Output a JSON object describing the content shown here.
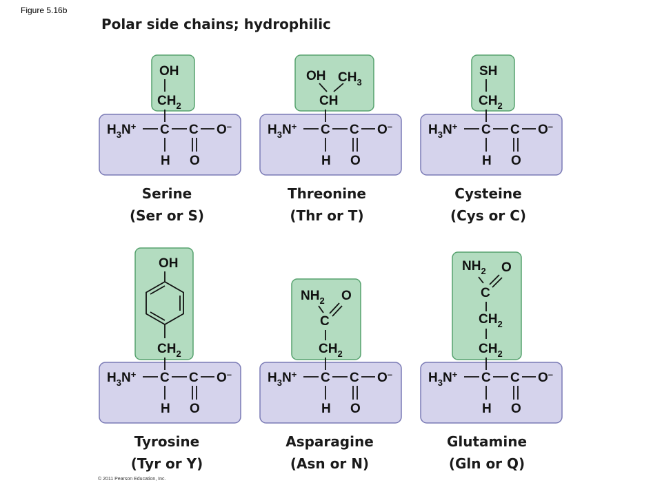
{
  "figure_label": "Figure 5.16b",
  "title": "Polar side chains; hydrophilic",
  "colors": {
    "backbone_fill": "#d5d3ec",
    "backbone_stroke": "#7a7ab5",
    "sidechain_fill": "#b3dcc0",
    "sidechain_stroke": "#56a26e"
  },
  "backbone": {
    "amino": "H",
    "amino_sub": "3",
    "amino_tail": "N",
    "amino_charge": "+",
    "alpha_carbon": "C",
    "carboxyl_carbon": "C",
    "carboxyl_oxygen": "O",
    "carboxyl_charge": "–",
    "hydrogen": "H",
    "double_oxygen": "O"
  },
  "amino_acids": [
    {
      "name": "Serine",
      "abbr": "(Ser or S)",
      "side_chain": {
        "oh": "OH",
        "ch2": "CH",
        "ch2_sub": "2"
      }
    },
    {
      "name": "Threonine",
      "abbr": "(Thr or T)",
      "side_chain": {
        "oh": "OH",
        "ch3": "CH",
        "ch3_sub": "3",
        "ch": "CH"
      }
    },
    {
      "name": "Cysteine",
      "abbr": "(Cys or C)",
      "side_chain": {
        "sh": "SH",
        "ch2": "CH",
        "ch2_sub": "2"
      }
    },
    {
      "name": "Tyrosine",
      "abbr": "(Tyr or Y)",
      "side_chain": {
        "oh": "OH",
        "ch2": "CH",
        "ch2_sub": "2"
      }
    },
    {
      "name": "Asparagine",
      "abbr": "(Asn or N)",
      "side_chain": {
        "nh2": "NH",
        "nh2_sub": "2",
        "o": "O",
        "c": "C",
        "ch2": "CH",
        "ch2_sub": "2"
      }
    },
    {
      "name": "Glutamine",
      "abbr": "(Gln or Q)",
      "side_chain": {
        "nh2": "NH",
        "nh2_sub": "2",
        "o": "O",
        "c": "C",
        "ch2a": "CH",
        "ch2a_sub": "2",
        "ch2b": "CH",
        "ch2b_sub": "2"
      }
    }
  ],
  "copyright": "© 2011 Pearson Education, Inc."
}
